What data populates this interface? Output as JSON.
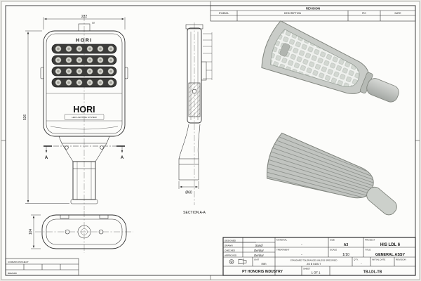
{
  "brand": {
    "name": "HORI",
    "tagline": "LED LIGHTING SYSTEM"
  },
  "dimensions": {
    "head_width": "222",
    "bracket_width": "22",
    "overall_height": "536",
    "housing_width": "104",
    "pole_diameter": "Ø60"
  },
  "section": {
    "caption": "SECTION  A-A",
    "marker": "A"
  },
  "revision_table": {
    "title": "REVISION",
    "col_symbol": "SYMBOL",
    "col_description": "DESCRIPTION",
    "col_pic": "PIC",
    "col_date": "DATE"
  },
  "title_block": {
    "designed_label": "DESIGNED",
    "drawn_label": "DRAWN",
    "checked_label": "CHECKED",
    "approved_label": "APPROVED",
    "drawn_value": "Sandi",
    "checked_value": "Denbar",
    "approved_value": "Denbar",
    "material_label": "MATERIAL",
    "material_value": "-",
    "treatment_label": "TREATMENT",
    "treatment_value": "-",
    "size_label": "SIZE",
    "size_value": "A3",
    "scale_label": "SCALE",
    "scale_value": "1/10",
    "project_label": "PROJECT",
    "project_value": "HIS LDL 6",
    "title_label": "TITLE",
    "title_value": "GENERAL ASSY",
    "unit_label": "UNIT",
    "unit_value": "mm",
    "tolerance_line1": "STANDARD TOLERANCE UNLESS SPECIFIED",
    "tolerance_line2": "JIS B 0405-T",
    "qty_label": "QTY.",
    "qty_value": "-",
    "initial_date_label": "INITIAL DATE",
    "revision_label": "REVISION",
    "company": "PT HONORIS INDUSTRY",
    "sheet_label": "SHEET",
    "sheet_value": "1 OF 1",
    "drawing_number": "TB-LDL-TB"
  },
  "corner_table": {
    "header": "COMMON PROJECT",
    "footer": "REMARK"
  }
}
